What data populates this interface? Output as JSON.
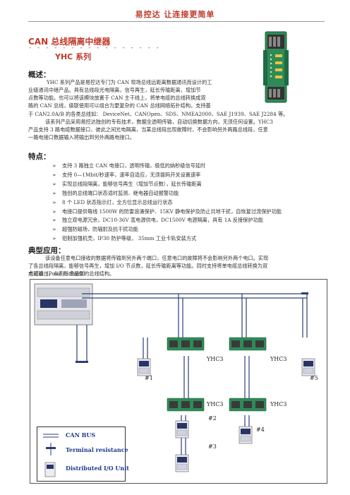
{
  "header": {
    "slogan": "易控达 让连接更简单"
  },
  "doc": {
    "title": "CAN 总线隔离中继器",
    "dashes": "- - - - - - - - - - - - - - - -",
    "subtitle": "YHC 系列"
  },
  "overview": {
    "heading": "概述：",
    "lines": [
      "YHC 系列产品是易控达专门为 CAN 现场总线远距离数据通讯而设计的工",
      "业级通讯中继产品。具有总线段光电隔离，信号再生，延长传输距离，增加节",
      "点数等功能。也可以将该模块放置于 CAN 主干线上，将单电缆的总线转换成双",
      "路的 CAN 总线，级联使用可以组合为更复杂的 CAN 总线网络拓扑结构。支持基",
      "于 CAN2.0A/B 的各类总线如： DeviceNet、CANOpen、SDS、NMEA2000、SAE J1939、SAE J2284 等。",
      "该系列产品采用易控达独创的专有技术，数据全透明传输，自动切换数据方向，无须任何设置。YHC3",
      "产品支持 3 路电缆数据接口，彼此之间光电隔离，当某总线段出现故障时，不会影响另外两路总线段，任意",
      "一路电接口数据输入将输出到另外两路电接口。"
    ]
  },
  "features": {
    "heading": "特点：",
    "items": [
      "支持 3 路独立 CAN 电接口，透明传输，极低的纳秒级信号延时",
      "支持 0—1Mbit/秒速率，速率自适应，无须拨码开关设置速率",
      "实现总线段隔离，能够信号再生（增加节点数），延长传输距离",
      "独创的总线端口状态适时监测、继电器自动报警功能",
      "8 个 LED 状态指示灯，全方位显示总线运行状态",
      "电接口提供每线 1500W 的防雷浪涌保护、15KV 静电保护及防止共地干扰，自恢复过流保护功能",
      "独立双电源冗余，DC10-36V 宽电源供电，DC1500V 电源隔离，具有 1A 反接保护功能",
      "超强防磁场，防辐射及抗干扰功能",
      "铝制加强机壳，IP30 防护等级， 35mm 工业卡轨安装方式"
    ]
  },
  "application": {
    "heading": "典型应用：",
    "lines": [
      "该设备任意电口接收的数据将传输到另外两个端口，任意电口的故障将不会影响另外两个电口。实现",
      "了各总线段隔离，能够信号再生，增加 I/O 节点数，延长传输距离等功能。同时支持将单电缆总线转换为双",
      "电缆输出，从而形成星型的总线结构。"
    ],
    "caption": "点对点（Point to Point）"
  },
  "diagram": {
    "labels": {
      "yhc_a": "YHC3",
      "yhc_b": "YHC3",
      "yhc_c": "YHC3",
      "yhc_d": "YHC3",
      "n1": "#1",
      "n2": "#2",
      "n3": "#3",
      "n4": "#4",
      "n5": "#5"
    },
    "legend": [
      "CAN BUS",
      "Terminal resistance",
      "Distributed I/O Unit"
    ]
  },
  "colors": {
    "accent": "#c0392b",
    "bus_line": "#2c3e7a",
    "module_green": "#2e8b57",
    "legend_text": "#1a3c8c"
  }
}
